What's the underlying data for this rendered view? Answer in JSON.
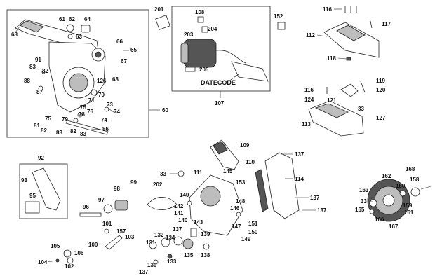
{
  "callouts": {
    "c1": "61",
    "c2": "62",
    "c3": "63",
    "c4": "64",
    "c5": "68",
    "c6": "66",
    "c7": "65",
    "c8": "67",
    "c9": "91",
    "c10": "83",
    "c11": "82",
    "c12": "88",
    "c13": "87",
    "c14": "126",
    "c15": "70",
    "c16": "68",
    "c17": "71",
    "c18": "75",
    "c19": "76",
    "c20": "73",
    "c21": "74",
    "c22": "74",
    "c23": "78",
    "c24": "75",
    "c25": "79",
    "c26": "81",
    "c27": "82",
    "c28": "83",
    "c29": "86",
    "c30": "82",
    "c31": "83",
    "c32": "60",
    "c33": "201",
    "c34": "108",
    "c35": "204",
    "c36": "203",
    "c37": "205",
    "c38": "107",
    "c39": "152",
    "c40": "116",
    "c41": "117",
    "c42": "112",
    "c43": "118",
    "c44": "119",
    "c45": "116",
    "c46": "120",
    "c47": "124",
    "c48": "121",
    "c49": "33",
    "c50": "127",
    "c51": "113",
    "c52": "109",
    "c53": "137",
    "c54": "110",
    "c55": "92",
    "c56": "93",
    "c57": "95",
    "c58": "33",
    "c59": "111",
    "c60": "145",
    "c61": "153",
    "c62": "114",
    "c63": "137",
    "c64": "137",
    "c65": "99",
    "c66": "98",
    "c67": "202",
    "c68": "140",
    "c69": "142",
    "c70": "141",
    "c71": "140",
    "c72": "143",
    "c73": "148",
    "c74": "146",
    "c75": "147",
    "c76": "151",
    "c77": "150",
    "c78": "149",
    "c79": "97",
    "c80": "96",
    "c81": "101",
    "c82": "157",
    "c83": "103",
    "c84": "100",
    "c85": "137",
    "c86": "132",
    "c87": "134",
    "c88": "131",
    "c89": "139",
    "c90": "138",
    "c91": "135",
    "c92": "130",
    "c93": "133",
    "c94": "137",
    "c95": "105",
    "c96": "106",
    "c97": "104",
    "c98": "102",
    "c99": "168",
    "c100": "162",
    "c101": "158",
    "c102": "163",
    "c103": "160",
    "c104": "33",
    "c105": "159",
    "c106": "165",
    "c107": "161",
    "c108": "166",
    "c109": "167"
  },
  "datecode_label": "DATECODE",
  "colors": {
    "ink": "#222222",
    "shade": "#555555",
    "light": "#bdbdbd",
    "paper": "#ffffff"
  }
}
